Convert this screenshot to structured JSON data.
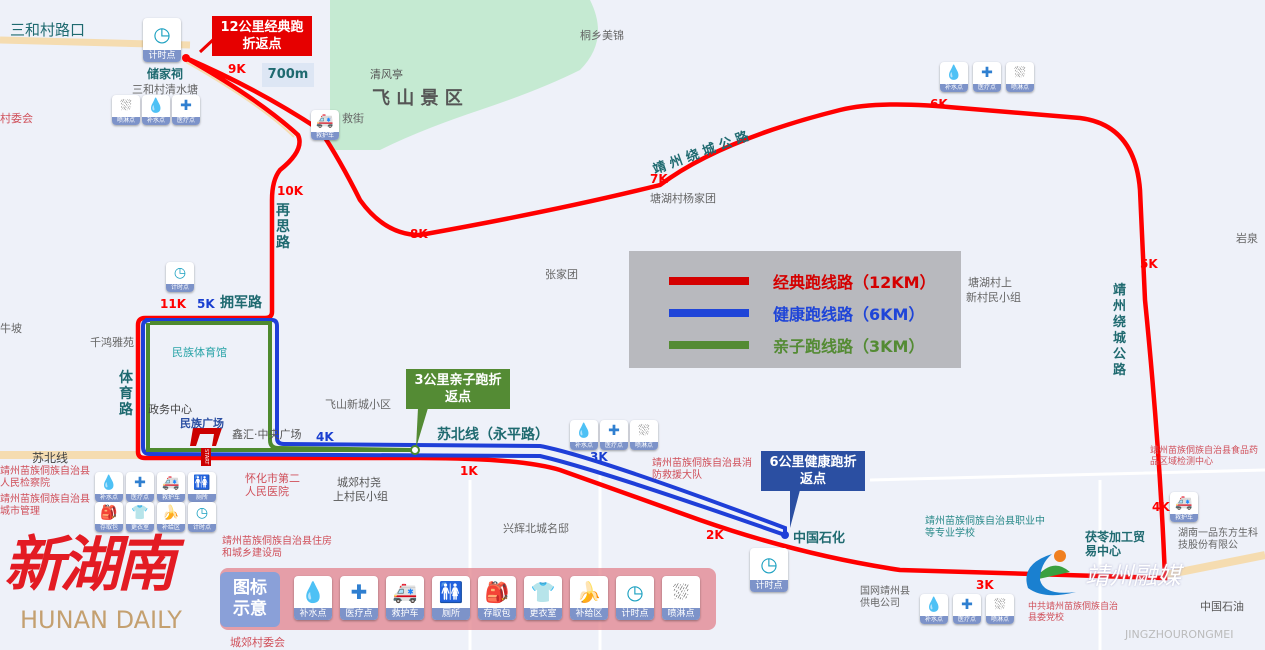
{
  "places": {
    "sanhe_crossing": "三和村路口",
    "chujiaci": "储家祠",
    "sanhe_pond": "三和村清水塘",
    "qingfeng": "清风亭",
    "feishan": "飞 山 景 区",
    "jiu": "救街",
    "tongxiang": "桐乡美锦",
    "tanghu_yang": "塘湖村杨家团",
    "zhangjiatuan": "张家团",
    "tanghu_up": "塘湖村上",
    "tanghu_up2": "新村民小组",
    "yanquan": "岩泉",
    "niupo": "牛坡",
    "qianhong": "千鸿雅苑",
    "minzu_gym": "民族体育馆",
    "zhengwu": "政务中心",
    "minzu_square": "民族广场",
    "central_plaza": "鑫汇·中央广场",
    "feishan_new": "飞山新城小区",
    "chengjiao": "城郊村尧",
    "chengjiao2": "上村民小组",
    "xinghui": "兴辉北城名邸",
    "procuratorate": "靖州苗族侗族自治县人民检察院",
    "hospital2": "怀化市第二人民医院",
    "fire": "靖州苗族侗族自治县消防救援大队",
    "urban": "靖州苗族侗族自治县城市管理",
    "housing": "靖州苗族侗族自治县住房和城乡建设局",
    "vocational": "靖州苗族侗族自治县职业中等专业学校",
    "fuling": "茯苓加工贸易中心",
    "yipin": "湖南一品东方生科技股份有限公",
    "power": "国网靖州县供电公司",
    "party_school": "中共靖州苗族侗族自治县委党校",
    "petrochina": "中国石油",
    "food": "靖州苗族侗族自治县食品药品区域检测中心",
    "sinopec": "中国石化",
    "chengjiao_committee": "城郊村委会",
    "left_committee": "村委会"
  },
  "roads": {
    "ring": "靖 州 绕 城 公 路",
    "zaisi": "再思路",
    "yongjun": "拥军路",
    "tiyu": "体育路",
    "subei": "苏北线",
    "subei_yongping": "苏北线（永平路）",
    "ring_v": "靖州绕城公路",
    "distance": "700m"
  },
  "callouts": {
    "classic": "12公里经典跑折返点",
    "kids": "3公里亲子跑折返点",
    "health": "6公里健康跑折返点"
  },
  "km_marks": {
    "k1": "1K",
    "k2": "2K",
    "k3": "3K",
    "k4": "4K",
    "k5": "5K",
    "k6": "6K",
    "k7": "7K",
    "k8": "8K",
    "k9": "9K",
    "k10": "10K",
    "k11": "11K",
    "b3": "3K",
    "b4": "4K",
    "b5": "5K"
  },
  "legend": {
    "items": [
      {
        "label": "经典跑线路（12KM）",
        "color": "#d40000"
      },
      {
        "label": "健康跑线路（6KM）",
        "color": "#1f45d8"
      },
      {
        "label": "亲子跑线路（3KM）",
        "color": "#548b34"
      }
    ]
  },
  "icons": {
    "water": "补水点",
    "medical": "医疗点",
    "ambulance": "救护车",
    "toilet": "厕所",
    "bag": "存取包",
    "changing": "更衣室",
    "supply": "补给区",
    "timing": "计时点",
    "shower": "喷淋点"
  },
  "icon_legend": {
    "title": "图标示意"
  },
  "watermarks": {
    "hunan": "新湖南",
    "hunan_en": "HUNAN DAILY",
    "jz": "靖州融媒",
    "jz_en": "JINGZHOURONGMEI"
  },
  "start": "START"
}
